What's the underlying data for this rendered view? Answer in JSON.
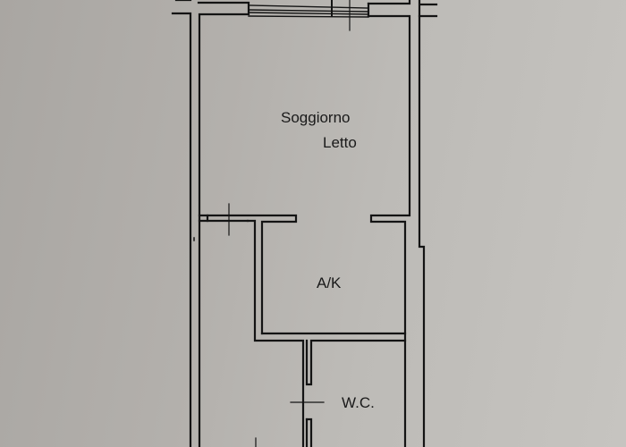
{
  "plan": {
    "type": "apartment floor plan",
    "paper_color": "#bcb9b5",
    "line_color": "#141414",
    "rooms": [
      {
        "id": "soggiorno",
        "label_line1": "Soggiorno",
        "label_line2": "Letto"
      },
      {
        "id": "ak",
        "label_line1": "A/K"
      },
      {
        "id": "wc",
        "label_line1": "W.C."
      }
    ]
  }
}
